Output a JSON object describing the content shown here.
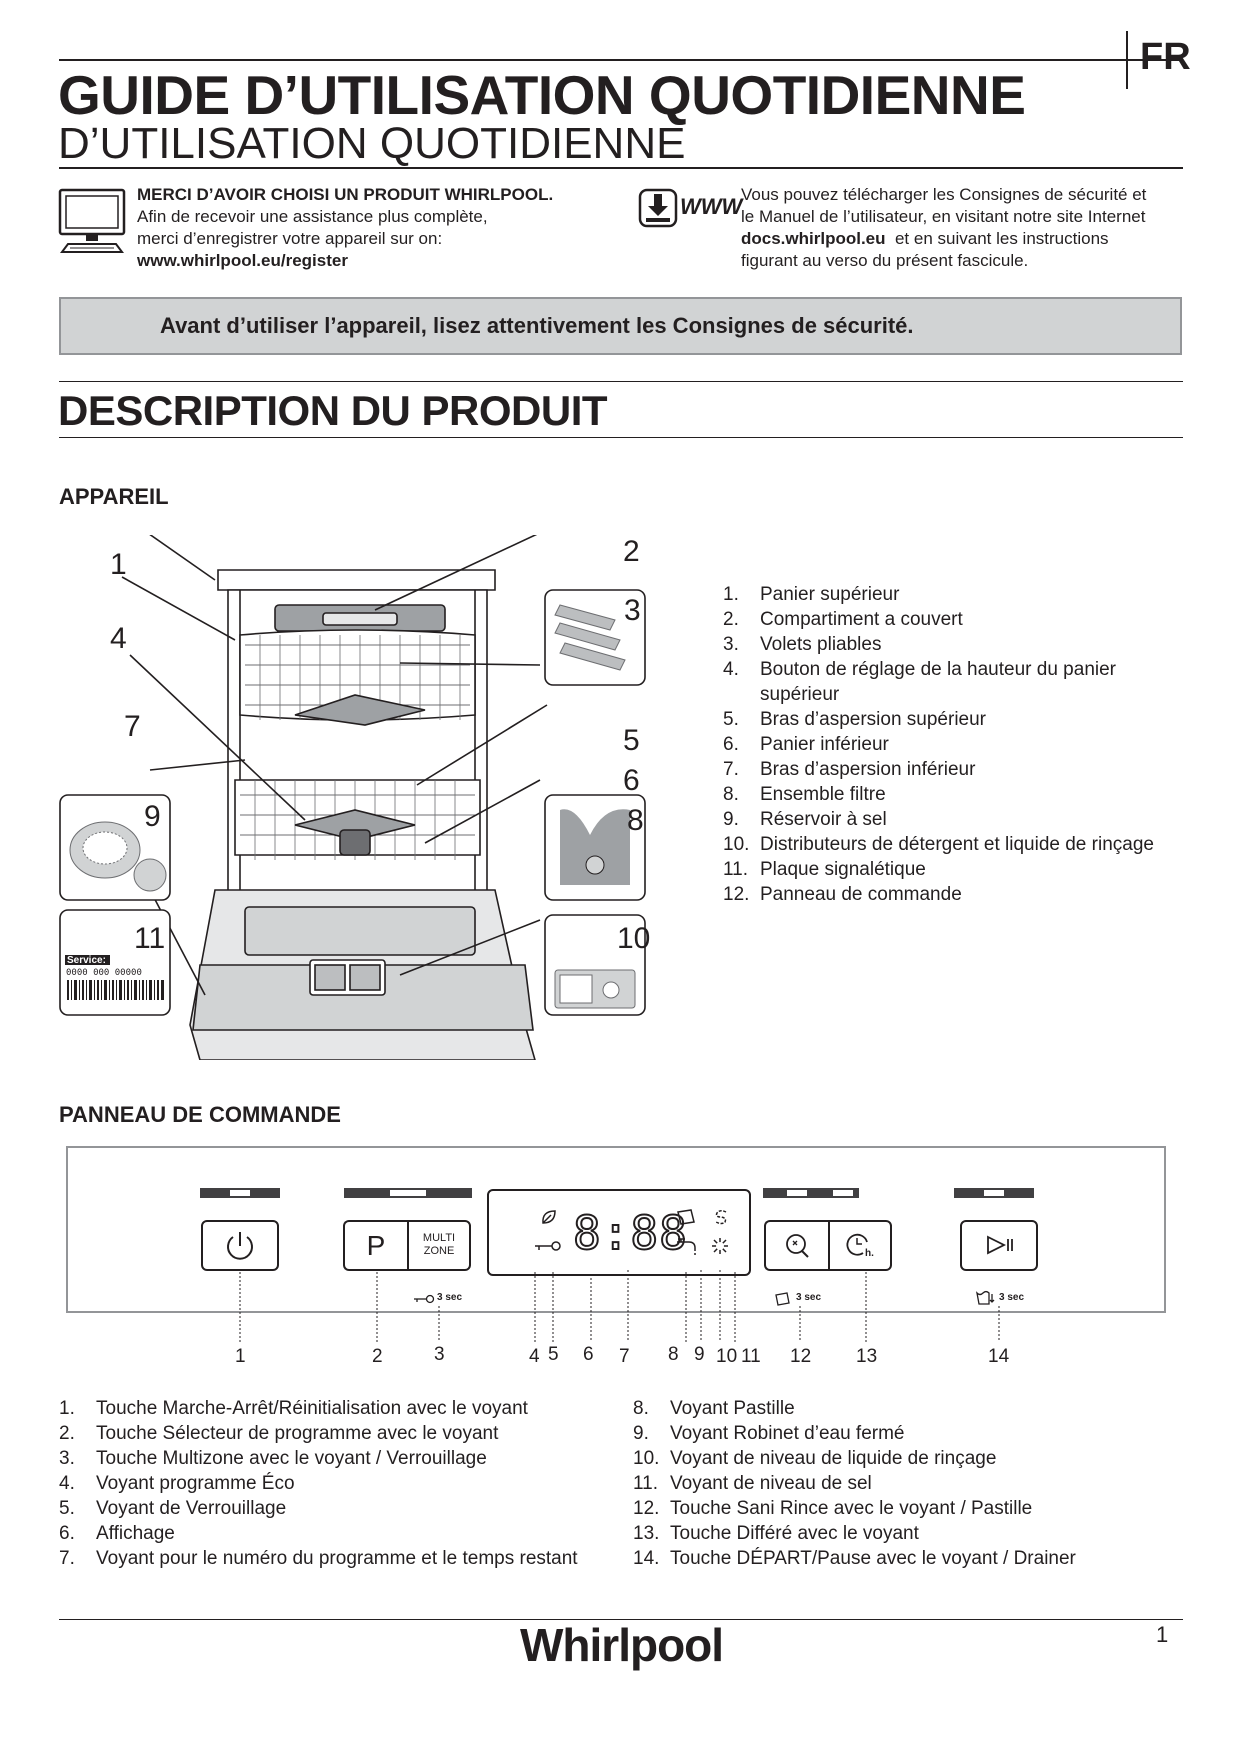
{
  "header": {
    "language": "FR",
    "title": "GUIDE D’UTILISATION QUOTIDIENNE",
    "subtitle": "D’UTILISATION QUOTIDIENNE"
  },
  "intro": {
    "left_bold": "MERCI D’AVOIR CHOISI UN PRODUIT WHIRLPOOL.",
    "left_line1": "Afin de recevoir une assistance plus complète,",
    "left_line2": "merci d’enregistrer votre appareil sur on:",
    "left_url": "www.whirlpool.eu/register",
    "right_line1": "Vous pouvez télécharger les Consignes de sécurité et",
    "right_line2": "le Manuel de l’utilisateur, en visitant notre site Internet",
    "right_url": "docs.whirlpool.eu",
    "right_line3_rest": "et en suivant les instructions",
    "right_line4": "figurant au verso du présent fascicule.",
    "www_label": "WWW"
  },
  "banner": "Avant d’utiliser l’appareil, lisez attentivement les Consignes de sécurité.",
  "section_title": "DESCRIPTION DU PRODUIT",
  "appliance": {
    "heading": "APPAREIL",
    "service_label": "Service:",
    "service_number": "0000 000 00000",
    "items": [
      {
        "n": "1.",
        "text": "Panier supérieur"
      },
      {
        "n": "2.",
        "text": "Compartiment a couvert"
      },
      {
        "n": "3.",
        "text": "Volets pliables"
      },
      {
        "n": "4.",
        "text": "Bouton de réglage de la hauteur du panier supérieur"
      },
      {
        "n": "5.",
        "text": "Bras d’aspersion supérieur"
      },
      {
        "n": "6.",
        "text": "Panier inférieur"
      },
      {
        "n": "7.",
        "text": "Bras d’aspersion inférieur"
      },
      {
        "n": "8.",
        "text": "Ensemble filtre"
      },
      {
        "n": "9.",
        "text": "Réservoir à sel"
      },
      {
        "n": "10.",
        "text": "Distributeurs de détergent et liquide de rinçage"
      },
      {
        "n": "11.",
        "text": "Plaque signalétique"
      },
      {
        "n": "12.",
        "text": "Panneau de commande"
      }
    ],
    "callouts": [
      "1",
      "2",
      "3",
      "4",
      "5",
      "6",
      "7",
      "8",
      "9",
      "10",
      "11"
    ]
  },
  "panel": {
    "heading": "PANNEAU DE COMMANDE",
    "display": "8:88",
    "p_label": "P",
    "multizone_line1": "MULTI",
    "multizone_line2": "ZONE",
    "hold_3sec": "3 sec",
    "h_label": "h.",
    "numbers": [
      "1",
      "2",
      "3",
      "4",
      "5",
      "6",
      "7",
      "8",
      "9",
      "10",
      "11",
      "12",
      "13",
      "14"
    ],
    "items_left": [
      {
        "n": "1.",
        "text": "Touche Marche-Arrêt/Réinitialisation avec le voyant"
      },
      {
        "n": "2.",
        "text": "Touche Sélecteur de programme avec le voyant"
      },
      {
        "n": "3.",
        "text": "Touche Multizone avec le voyant / Verrouillage"
      },
      {
        "n": "4.",
        "text": "Voyant programme Éco"
      },
      {
        "n": "5.",
        "text": "Voyant de Verrouillage"
      },
      {
        "n": "6.",
        "text": "Affichage"
      },
      {
        "n": "7.",
        "text": "Voyant pour le numéro du programme et le temps restant"
      }
    ],
    "items_right": [
      {
        "n": "8.",
        "text": "Voyant Pastille"
      },
      {
        "n": "9.",
        "text": "Voyant Robinet d’eau fermé"
      },
      {
        "n": "10.",
        "text": "Voyant de niveau de liquide de rinçage"
      },
      {
        "n": "11.",
        "text": "Voyant de niveau de sel"
      },
      {
        "n": "12.",
        "text": "Touche Sani Rince avec le voyant / Pastille"
      },
      {
        "n": "13.",
        "text": "Touche Différé avec le voyant"
      },
      {
        "n": "14.",
        "text": "Touche DÉPART/Pause avec le voyant / Drainer"
      }
    ]
  },
  "footer": {
    "brand": "Whirlpool",
    "page": "1"
  }
}
